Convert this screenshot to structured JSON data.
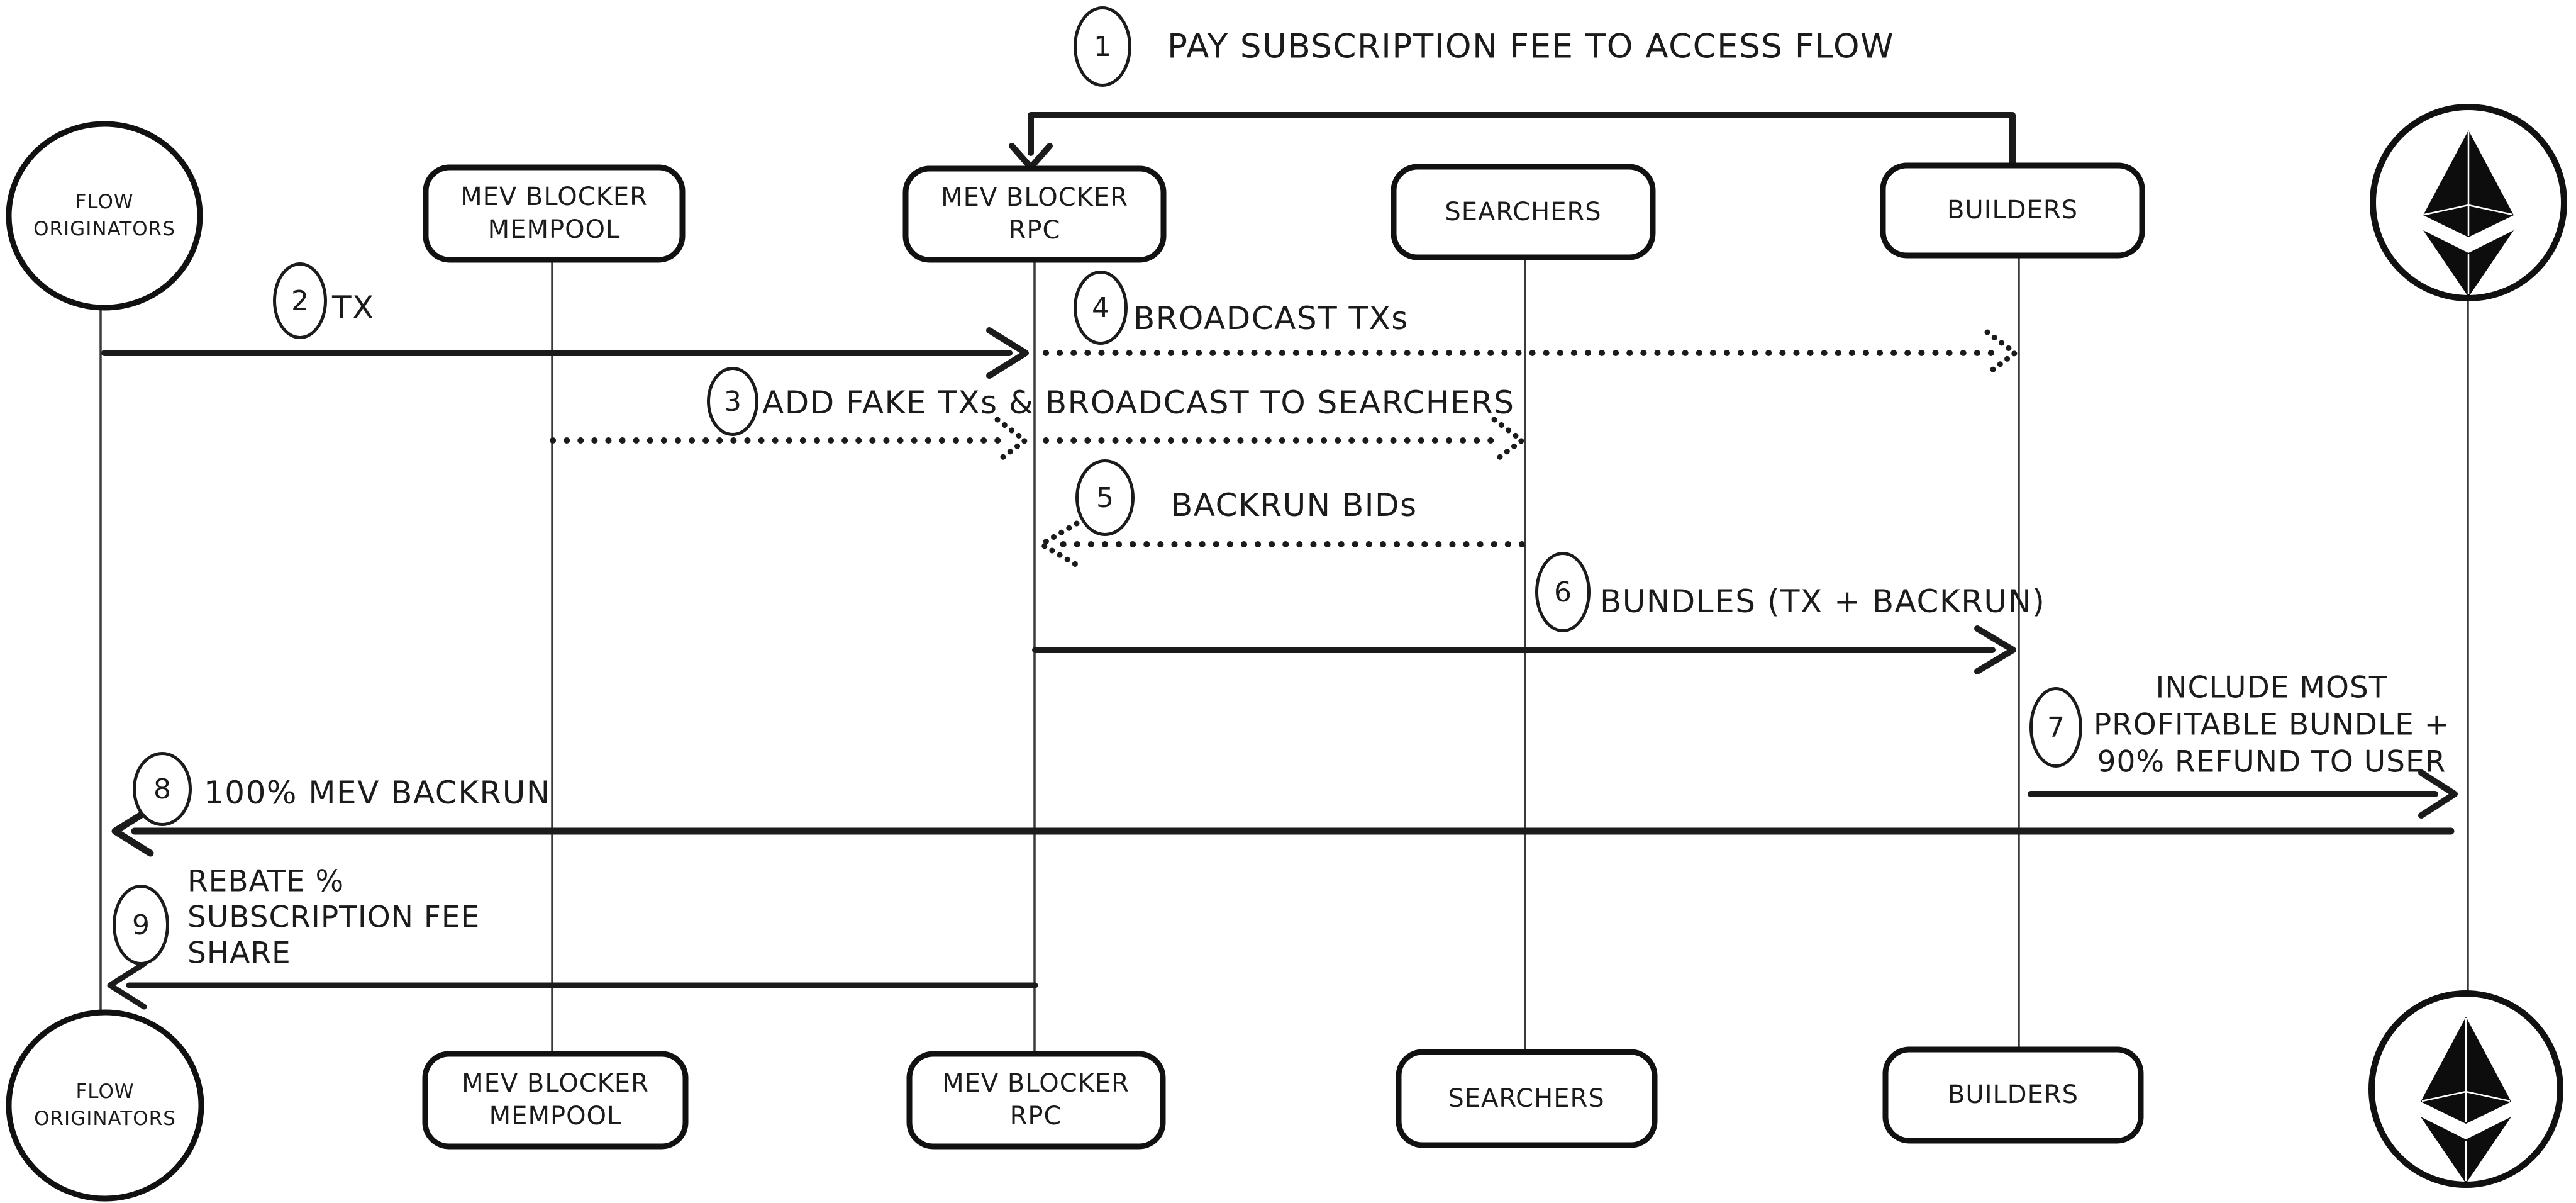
{
  "colors": {
    "ink": "#1b1b1b",
    "background": "#ffffff"
  },
  "actors": [
    {
      "id": "flow-originators",
      "shape": "circle",
      "lines": [
        "FLOW",
        "ORIGINATORS"
      ]
    },
    {
      "id": "mev-blocker-mempool",
      "shape": "rounded-box",
      "lines": [
        "MEV BLOCKER",
        "MEMPOOL"
      ]
    },
    {
      "id": "mev-blocker-rpc",
      "shape": "rounded-box",
      "lines": [
        "MEV BLOCKER",
        "RPC"
      ]
    },
    {
      "id": "searchers",
      "shape": "rounded-box",
      "lines": [
        "SEARCHERS"
      ]
    },
    {
      "id": "builders",
      "shape": "rounded-box",
      "lines": [
        "BUILDERS"
      ]
    },
    {
      "id": "ethereum",
      "shape": "circle",
      "icon": "ethereum-logo",
      "lines": []
    }
  ],
  "steps": [
    {
      "num": "1",
      "lines": [
        "PAY SUBSCRIPTION FEE TO ACCESS FLOW"
      ],
      "line_style": "solid",
      "from": "builders",
      "to": "mev-blocker-rpc"
    },
    {
      "num": "2",
      "lines": [
        "TX"
      ],
      "line_style": "solid",
      "from": "flow-originators",
      "to": "mev-blocker-rpc"
    },
    {
      "num": "3",
      "lines": [
        "ADD FAKE TXs & BROADCAST TO SEARCHERS"
      ],
      "line_style": "dotted",
      "from": "mev-blocker-mempool",
      "to": "searchers"
    },
    {
      "num": "4",
      "lines": [
        "BROADCAST TXs"
      ],
      "line_style": "dotted",
      "from": "mev-blocker-rpc",
      "to": "builders"
    },
    {
      "num": "5",
      "lines": [
        "BACKRUN BIDs"
      ],
      "line_style": "dotted",
      "from": "searchers",
      "to": "mev-blocker-rpc"
    },
    {
      "num": "6",
      "lines": [
        "BUNDLES (TX + BACKRUN)"
      ],
      "line_style": "solid",
      "from": "mev-blocker-rpc",
      "to": "builders"
    },
    {
      "num": "7",
      "lines": [
        "INCLUDE MOST",
        "PROFITABLE BUNDLE +",
        "90% REFUND TO USER"
      ],
      "line_style": "solid",
      "from": "builders",
      "to": "ethereum"
    },
    {
      "num": "8",
      "lines": [
        "100% MEV BACKRUN"
      ],
      "line_style": "solid",
      "from": "ethereum",
      "to": "flow-originators"
    },
    {
      "num": "9",
      "lines": [
        "REBATE %",
        "SUBSCRIPTION FEE",
        "SHARE"
      ],
      "line_style": "solid",
      "from": "mev-blocker-rpc",
      "to": "flow-originators"
    }
  ]
}
